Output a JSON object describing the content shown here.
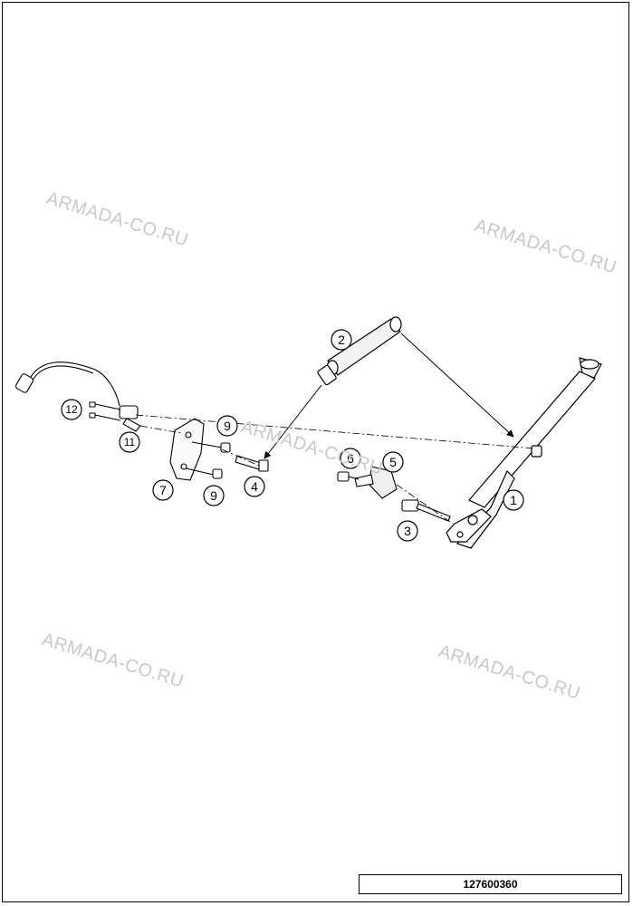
{
  "watermarks": [
    "ARMADA-CO.RU",
    "ARMADA-CO.RU",
    "ARMADA-CO.RU",
    "ARMADA-CO.RU",
    "ARMADA-CO.RU"
  ],
  "callouts": {
    "c1": "1",
    "c2": "2",
    "c3": "3",
    "c4": "4",
    "c5": "5",
    "c6": "6",
    "c7": "7",
    "c9a": "9",
    "c9b": "9",
    "c11": "11",
    "c12": "12"
  },
  "figure_id": "127600360"
}
